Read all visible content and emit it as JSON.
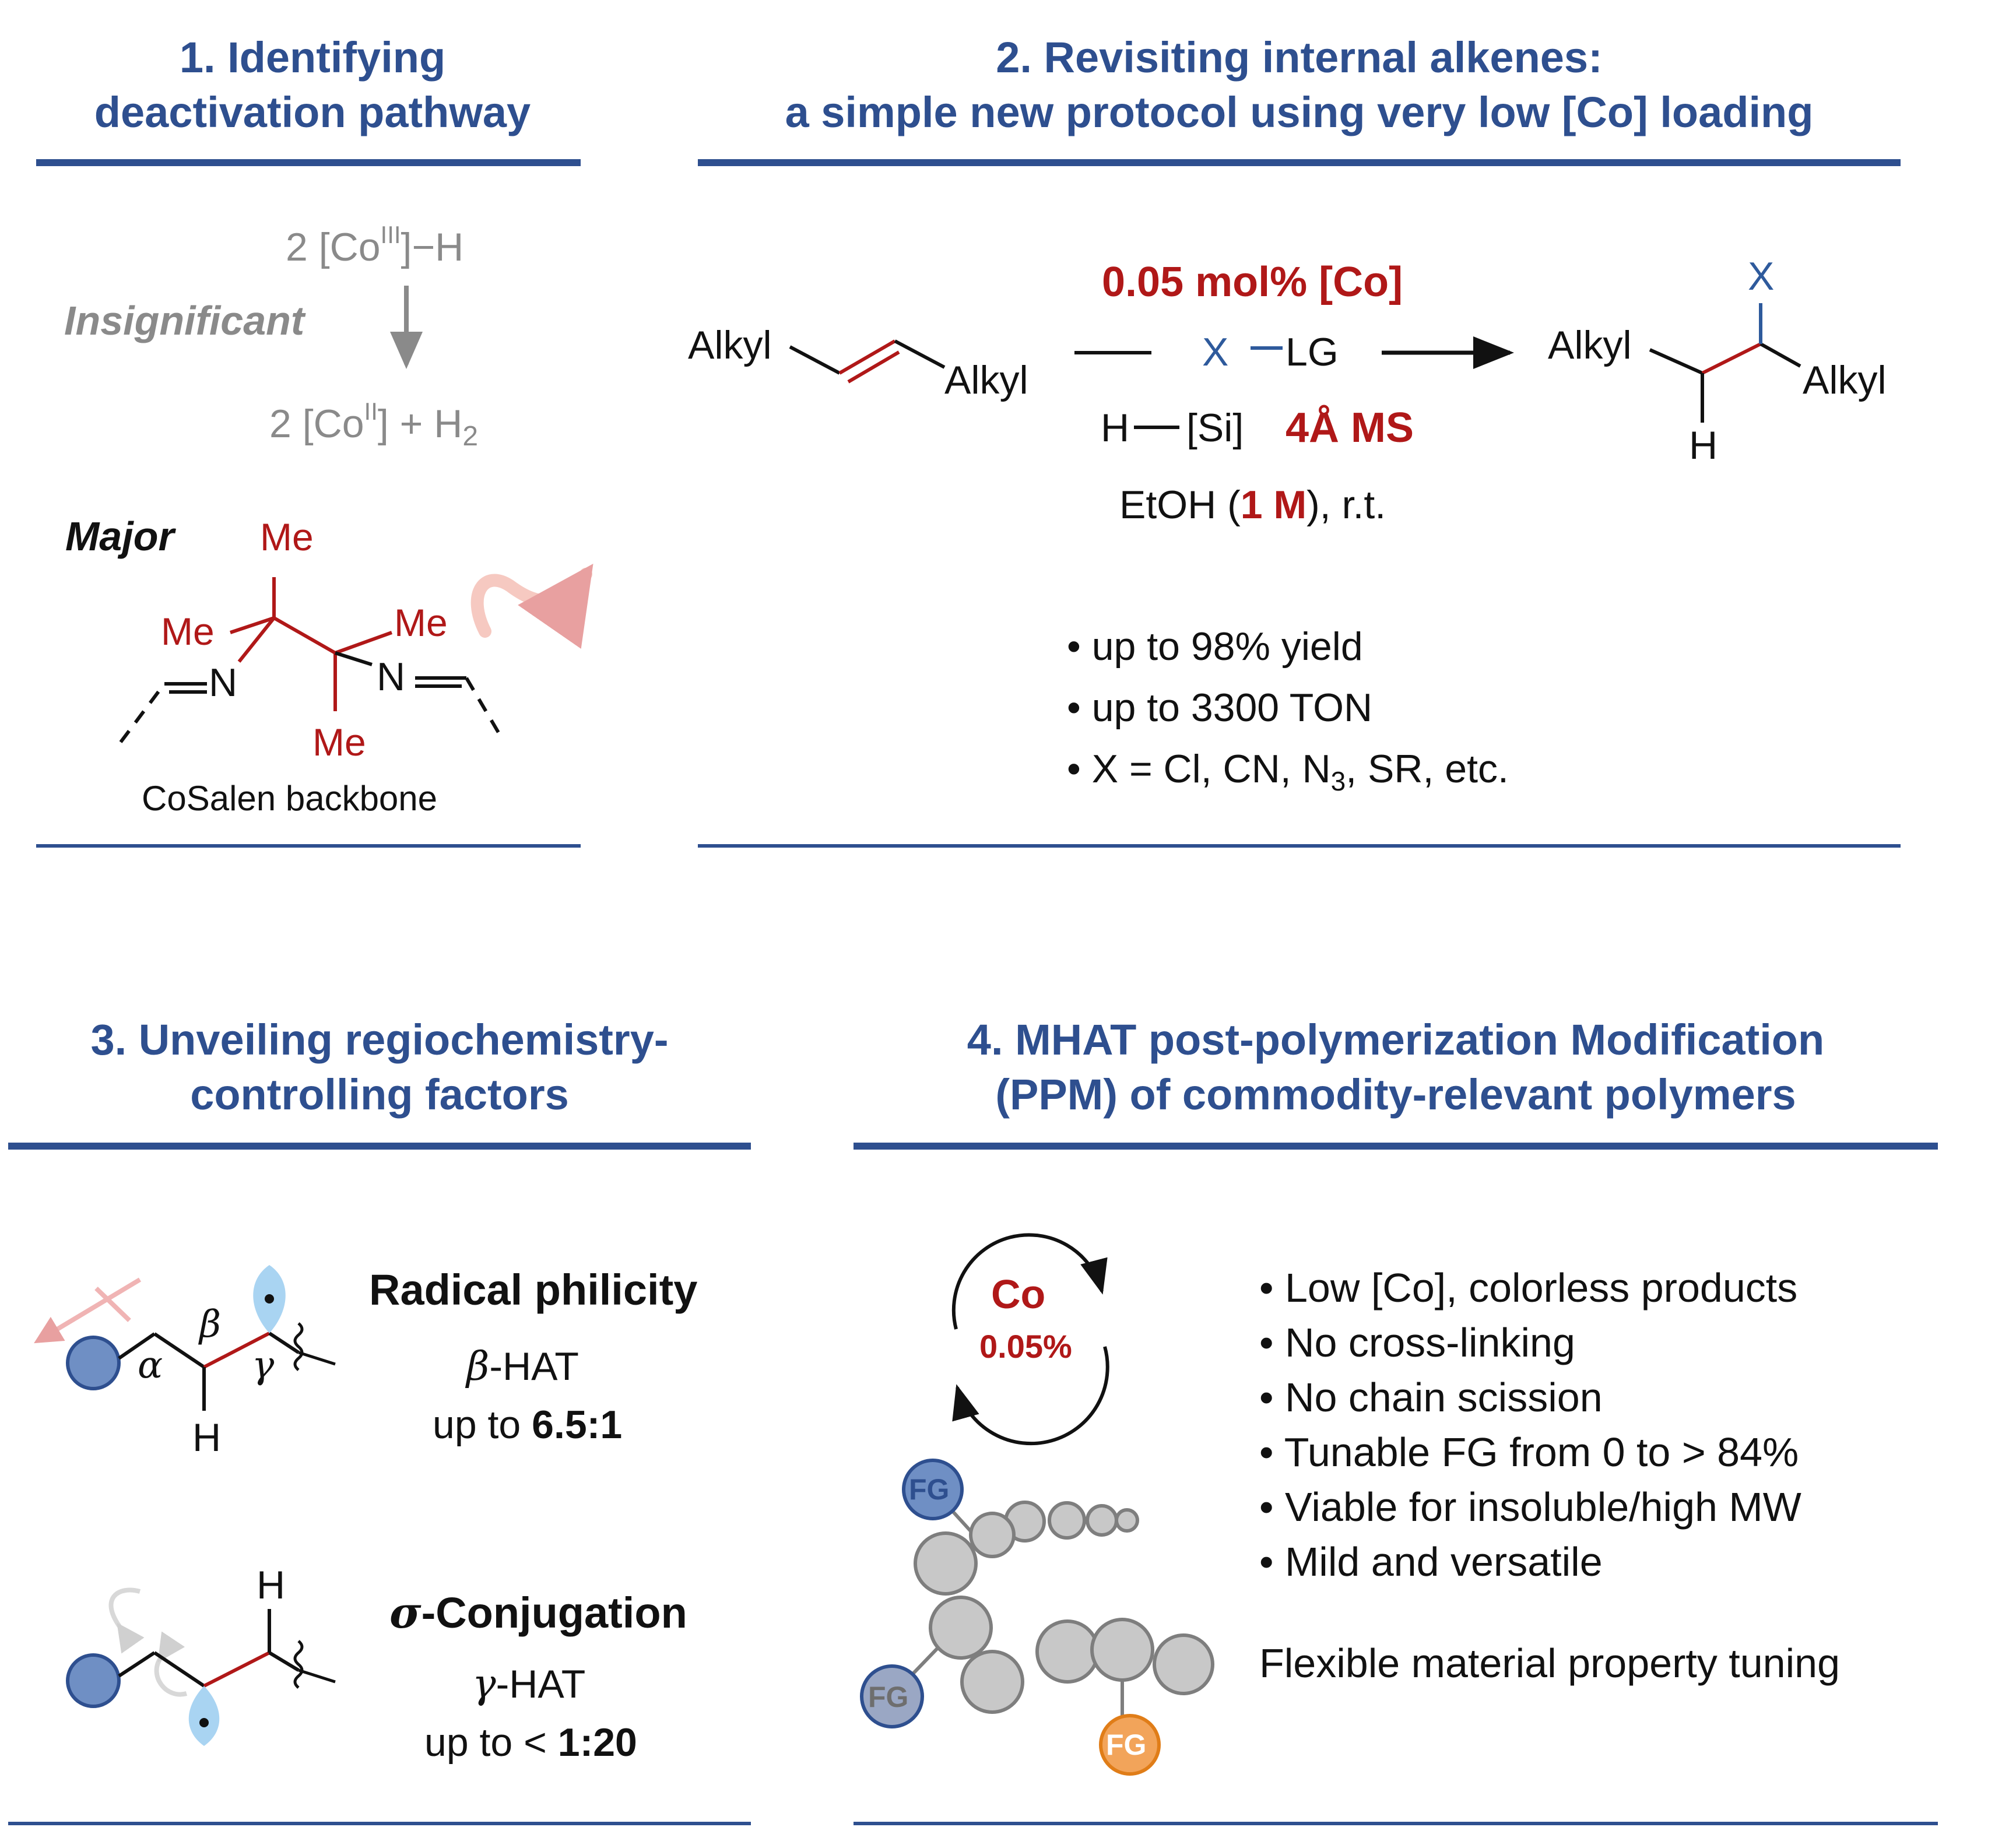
{
  "colors": {
    "heading": "#2e4f8f",
    "rule": "#2e4f8f",
    "accent_red": "#b01818",
    "accent_blue": "#2e5a9c",
    "gray": "#8a8a8a",
    "sphere_gray": "#c8c8c8",
    "fg_blue": "#6f8fc4",
    "fg_orange": "#f2a45a"
  },
  "panel1": {
    "heading_line1": "1. Identifying",
    "heading_line2": "deactivation pathway",
    "reactant_coeff": "2 [Co",
    "reactant_sup": "III",
    "reactant_tail": "]−H",
    "arrow_label": "Insignificant",
    "product_coeff": "2 [Co",
    "product_sup": "II",
    "product_mid": "] + H",
    "product_sub": "2",
    "major_label": "Major",
    "me_top": "Me",
    "me_left": "Me",
    "me_right": "Me",
    "me_bottom": "Me",
    "n_left": "N",
    "n_right": "N",
    "caption": "CoSalen backbone"
  },
  "panel2": {
    "heading_line1": "2. Revisiting internal alkenes:",
    "heading_line2": "a simple new protocol using very low [Co] loading",
    "alkyl_1": "Alkyl",
    "alkyl_2": "Alkyl",
    "loading": "0.05 mol% [Co]",
    "x_label": "X",
    "lg_label": "LG",
    "h_label": "H",
    "si_label": "[Si]",
    "ms_label": "4Å MS",
    "solvent_pre": "EtOH (",
    "solvent_conc": "1 M",
    "solvent_post": "), r.t.",
    "prod_alkyl_1": "Alkyl",
    "prod_alkyl_2": "Alkyl",
    "prod_x": "X",
    "prod_h": "H",
    "bullet_1": "• up to 98% yield",
    "bullet_2": "• up to 3300 TON",
    "bullet_3_pre": "• X = Cl, CN, N",
    "bullet_3_sub": "3",
    "bullet_3_post": ", SR, etc."
  },
  "panel3": {
    "heading_line1": "3. Unveiling regiochemistry-",
    "heading_line2": "controlling factors",
    "alpha": "α",
    "beta": "β",
    "gamma": "γ",
    "h_top_mol": "H",
    "h_bottom_mol": "H",
    "radical_title": "Radical philicity",
    "beta_hat_greek": "β",
    "beta_hat_text": "-HAT",
    "beta_ratio_pre": "up to ",
    "beta_ratio": "6.5:1",
    "sigma_greek": "σ",
    "sigma_title": "-Conjugation",
    "gamma_hat_greek": "γ",
    "gamma_hat_text": "-HAT",
    "gamma_ratio_pre": "up to < ",
    "gamma_ratio": "1:20"
  },
  "panel4": {
    "heading_line1": "4. MHAT post-polymerization Modification",
    "heading_line2": "(PPM) of commodity-relevant polymers",
    "co_label": "Co",
    "co_loading": "0.05%",
    "fg_1": "FG",
    "fg_2": "FG",
    "fg_3": "FG",
    "features": [
      "• Low [Co], colorless products",
      "• No cross-linking",
      "• No chain scission",
      "• Tunable FG from 0 to > 84%",
      "• Viable for insoluble/high MW",
      "• Mild and versatile"
    ],
    "tagline": "Flexible material property tuning"
  }
}
